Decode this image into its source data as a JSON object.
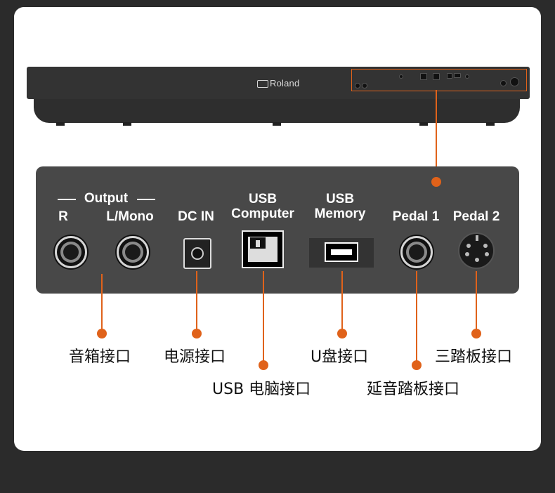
{
  "brand": "Roland",
  "ports": {
    "output_group": "Output",
    "r": "R",
    "l_mono": "L/Mono",
    "dc_in": "DC IN",
    "usb_computer_1": "USB",
    "usb_computer_2": "Computer",
    "usb_memory_1": "USB",
    "usb_memory_2": "Memory",
    "pedal1": "Pedal 1",
    "pedal2": "Pedal 2"
  },
  "captions": {
    "speaker": "音箱接口",
    "power": "电源接口",
    "usb_computer": "USB 电脑接口",
    "usb_memory": "U盘接口",
    "damper": "延音踏板接口",
    "three_pedal": "三踏板接口"
  },
  "colors": {
    "accent": "#e0621a",
    "panel": "#484848",
    "background": "#2b2b2b"
  }
}
